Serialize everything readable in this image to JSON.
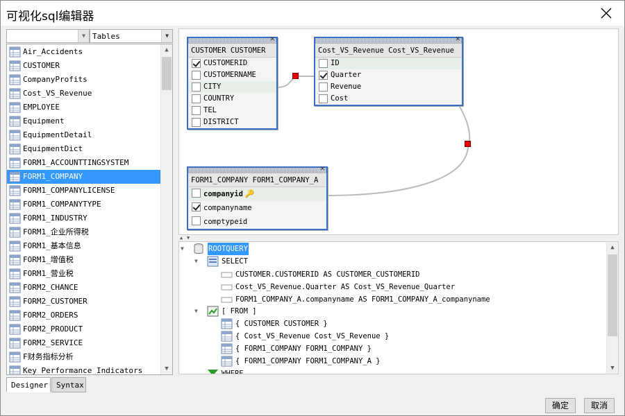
{
  "window": {
    "title": "可视化sql编辑器"
  },
  "selectors": {
    "left_value": "",
    "right_value": "Tables"
  },
  "table_list": {
    "selected_index": 9,
    "items": [
      "Air_Accidents",
      "CUSTOMER",
      "CompanyProfits",
      "Cost_VS_Revenue",
      "EMPLOYEE",
      "Equipment",
      "EquipmentDetail",
      "EquipmentDict",
      "FORM1_ACCOUNTTINGSYSTEM",
      "FORM1_COMPANY",
      "FORM1_COMPANYLICENSE",
      "FORM1_COMPANYTYPE",
      "FORM1_INDUSTRY",
      "FORM1_企业所得税",
      "FORM1_基本信息",
      "FORM1_增值税",
      "FORM1_营业税",
      "FORM2_CHANCE",
      "FORM2_CUSTOMER",
      "FORM2_ORDERS",
      "FORM2_PRODUCT",
      "FORM2_SERVICE",
      "F财务指标分析",
      "Key Performance Indicators"
    ]
  },
  "tabs": [
    {
      "label": "Designer"
    },
    {
      "label": "Syntax"
    }
  ],
  "designer": {
    "tables": [
      {
        "title": "CUSTOMER CUSTOMER",
        "columns": [
          {
            "name": "CUSTOMERID",
            "checked": true
          },
          {
            "name": "CUSTOMERNAME",
            "checked": false
          },
          {
            "name": "CITY",
            "checked": false
          },
          {
            "name": "COUNTRY",
            "checked": false
          },
          {
            "name": "TEL",
            "checked": false
          },
          {
            "name": "DISTRICT",
            "checked": false
          }
        ]
      },
      {
        "title": "Cost_VS_Revenue Cost_VS_Revenue",
        "columns": [
          {
            "name": "ID",
            "checked": false
          },
          {
            "name": "Quarter",
            "checked": true
          },
          {
            "name": "Revenue",
            "checked": false
          },
          {
            "name": "Cost",
            "checked": false
          }
        ]
      },
      {
        "title": "FORM1_COMPANY FORM1_COMPANY_A",
        "columns": [
          {
            "name": "companyid",
            "checked": false
          },
          {
            "name": "companyname",
            "checked": true
          },
          {
            "name": "comptypeid",
            "checked": false
          }
        ]
      }
    ]
  },
  "query_tree": {
    "root": "ROOTQUERY",
    "select_label": "SELECT",
    "select_items": [
      "CUSTOMER.CUSTOMERID AS CUSTOMER_CUSTOMERID",
      "Cost_VS_Revenue.Quarter AS Cost_VS_Revenue_Quarter",
      "FORM1_COMPANY_A.companyname AS FORM1_COMPANY_A_companyname"
    ],
    "from_label": "[ FROM ]",
    "from_items": [
      "{ CUSTOMER CUSTOMER }",
      "{ Cost_VS_Revenue Cost_VS_Revenue }",
      "{ FORM1_COMPANY FORM1_COMPANY }",
      "{ FORM1_COMPANY FORM1_COMPANY_A }"
    ],
    "where_label": "WHERE"
  },
  "buttons": {
    "ok": "确定",
    "cancel": "取消"
  }
}
